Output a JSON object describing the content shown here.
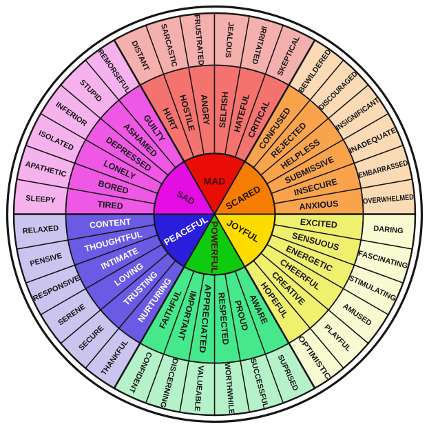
{
  "wheel": {
    "background": "#ffffff",
    "outline_color": "#161616",
    "label_color": "#161616",
    "sectors": [
      {
        "name": "MAD",
        "start_angle": -30,
        "center_color": "#ea0d06",
        "center_text_color": "#420400",
        "middle_color": "#f4736f",
        "middle_text_color": "#161616",
        "outer_color": "#f4b0ad",
        "middle": [
          "HURT",
          "HOSTILE",
          "ANGRY",
          "SELFISH",
          "HATEFUL",
          "CRITICAL"
        ],
        "outer": [
          "DISTANT",
          "SARCASTIC",
          "FRUSTRATED",
          "JEALOUS",
          "IRRITATED",
          "SKEPTICAL"
        ]
      },
      {
        "name": "SCARED",
        "start_angle": 30,
        "center_color": "#f57d04",
        "center_text_color": "#201005",
        "middle_color": "#f9a44c",
        "middle_text_color": "#161616",
        "outer_color": "#fbdab6",
        "middle": [
          "CONFUSED",
          "REJECTED",
          "HELPLESS",
          "SUBMISSIVE",
          "INSECURE",
          "ANXIOUS"
        ],
        "outer": [
          "BEWILDERED",
          "DISCOURAGED",
          "INSIGNIFICANT",
          "INADEQUATE",
          "EMBARRASSED",
          "OVERWHELMED"
        ]
      },
      {
        "name": "JOYFUL",
        "start_angle": 90,
        "center_color": "#ffdc00",
        "center_text_color": "#1c1505",
        "middle_color": "#eef06e",
        "middle_text_color": "#161616",
        "outer_color": "#f8fad2",
        "middle": [
          "EXCITED",
          "SENSUOUS",
          "ENERGETIC",
          "CHEERFUL",
          "CREATIVE",
          "HOPEFUL"
        ],
        "outer": [
          "DARING",
          "FASCINATING",
          "STIMULATING",
          "AMUSED",
          "PLAYFUL",
          "OPTIMISTIC"
        ]
      },
      {
        "name": "POWERFUL",
        "start_angle": 150,
        "center_color": "#0fcb10",
        "center_text_color": "#4a1505",
        "middle_color": "#45e98b",
        "middle_text_color": "#161616",
        "outer_color": "#b5f2ca",
        "middle": [
          "AWARE",
          "PROUD",
          "RESPECTED",
          "APPRECIATED",
          "IMPORTANT",
          "FAITHFUL"
        ],
        "outer": [
          "SUPRISED",
          "SUCCESSFUL",
          "WORTHWHILE",
          "VALUEABLE",
          "DISCERNING",
          "CONFIDENT"
        ]
      },
      {
        "name": "PEACEFUL",
        "start_angle": 210,
        "center_color": "#2a1ddb",
        "center_text_color": "#ffffff",
        "middle_color": "#6a5ae4",
        "middle_text_color": "#ffffff",
        "outer_color": "#cac4ee",
        "middle": [
          "NURTURING",
          "TRUSTING",
          "LOVING",
          "INTIMATE",
          "THOUGHTFUL",
          "CONTENT"
        ],
        "outer": [
          "THANKFUL",
          "SECURE",
          "SERENE",
          "RESPONSIVE",
          "PENSIVE",
          "RELAXED"
        ]
      },
      {
        "name": "SAD",
        "start_angle": 270,
        "center_color": "#e40ee4",
        "center_text_color": "#3c0430",
        "middle_color": "#ee58e4",
        "middle_text_color": "#161616",
        "outer_color": "#f6b2ec",
        "middle": [
          "TIRED",
          "BORED",
          "LONELY",
          "DEPRESSED",
          "ASHAMED",
          "GUILTY"
        ],
        "outer": [
          "SLEEPY",
          "APATHETIC",
          "ISOLATED",
          "INFERIOR",
          "STUPID",
          "REMORSEFUL"
        ]
      }
    ]
  }
}
